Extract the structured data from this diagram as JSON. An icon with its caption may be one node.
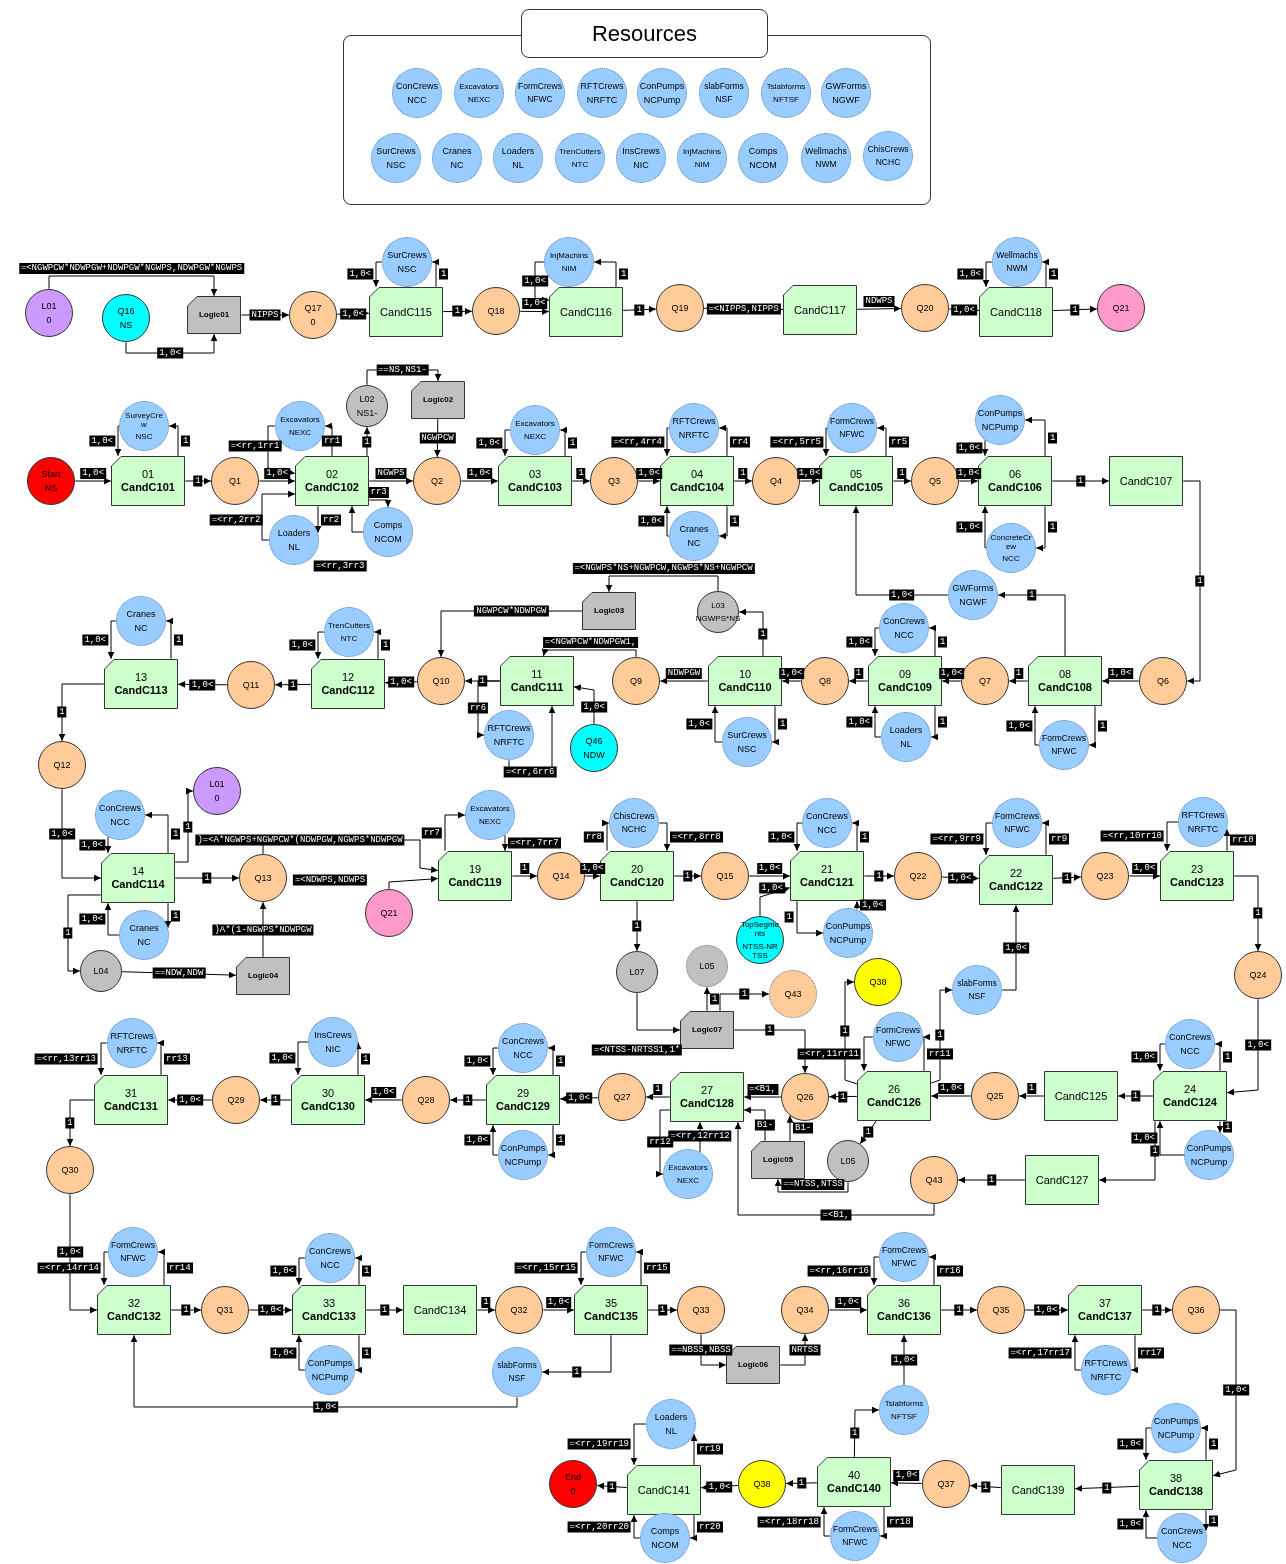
{
  "diagram": {
    "nodes": [
      {
        "text": [
          "Resources"
        ]
      },
      {
        "text": [
          "ConCrews",
          "NCC"
        ],
        "in": 0
      },
      {
        "text": [
          "Excavators",
          "NEXC"
        ],
        "in": 0
      },
      {
        "text": [
          "FormCrews",
          "NFWC"
        ],
        "in": 0
      },
      {
        "text": [
          "RFTCrews",
          "NRFTC"
        ],
        "in": 0
      },
      {
        "text": [
          "ConPumps",
          "NCPump"
        ],
        "in": 0
      },
      {
        "text": [
          "slabForms",
          "NSF"
        ],
        "in": 0
      },
      {
        "text": [
          "Tslabforms",
          "NFTSF"
        ],
        "in": 0
      },
      {
        "text": [
          "GWForms",
          "NGWF"
        ],
        "in": 0
      },
      {
        "text": [
          "SurCrews",
          "NSC"
        ],
        "in": 0
      },
      {
        "text": [
          "Cranes",
          "NC"
        ],
        "in": 0
      },
      {
        "text": [
          "Loaders",
          "NL"
        ],
        "in": 0
      },
      {
        "text": [
          "TrenCutters",
          "NTC"
        ],
        "in": 0
      },
      {
        "text": [
          "InsCrews",
          "NIC"
        ],
        "in": 0
      },
      {
        "text": [
          "InjMachins",
          "NIM"
        ],
        "in": 0
      },
      {
        "text": [
          "Comps",
          "NCOM"
        ],
        "in": 0
      },
      {
        "text": [
          "Wellmachs",
          "NWM"
        ],
        "in": 0
      },
      {
        "text": [
          "ChisCrews",
          "NCHC"
        ],
        "in": 0
      },
      {
        "text": [
          "L01",
          "0"
        ]
      },
      {
        "text": [
          "Q16",
          "NS"
        ]
      },
      {
        "text": [
          "Logic01"
        ]
      },
      {
        "text": [
          "Q17",
          "0"
        ]
      },
      {
        "text": [
          "SurCrews",
          "NSC"
        ]
      },
      {
        "text": [
          "CandC115"
        ]
      },
      {
        "text": [
          "Q18"
        ]
      },
      {
        "text": [
          "InjMachins",
          "NIM"
        ]
      },
      {
        "text": [
          "CandC116"
        ]
      },
      {
        "text": [
          "Q19"
        ]
      },
      {
        "text": [
          "CandC117"
        ]
      },
      {
        "text": [
          "Q20"
        ]
      },
      {
        "text": [
          "Wellmachs",
          "NWM"
        ]
      },
      {
        "text": [
          "CandC118"
        ]
      },
      {
        "text": [
          "Q21"
        ]
      },
      {
        "text": [
          "Start",
          "NS"
        ]
      },
      {
        "text": [
          "SurveyCrew",
          "NSC"
        ]
      },
      {
        "text": [
          "01",
          "CandC101"
        ]
      },
      {
        "text": [
          "Q1"
        ]
      },
      {
        "text": [
          "Excavators",
          "NEXC"
        ]
      },
      {
        "text": [
          "02",
          "CandC102"
        ]
      },
      {
        "text": [
          "Loaders",
          "NL"
        ]
      },
      {
        "text": [
          "Comps",
          "NCOM"
        ]
      },
      {
        "text": [
          "L02",
          "NS1-"
        ]
      },
      {
        "text": [
          "Logic02"
        ]
      },
      {
        "text": [
          "Q2"
        ]
      },
      {
        "text": [
          "Excavators",
          "NEXC"
        ]
      },
      {
        "text": [
          "03",
          "CandC103"
        ]
      },
      {
        "text": [
          "Q3"
        ]
      },
      {
        "text": [
          "RFTCrews",
          "NRFTC"
        ]
      },
      {
        "text": [
          "04",
          "CandC104"
        ]
      },
      {
        "text": [
          "Cranes",
          "NC"
        ]
      },
      {
        "text": [
          "Q4"
        ]
      },
      {
        "text": [
          "FormCrews",
          "NFWC"
        ]
      },
      {
        "text": [
          "05",
          "CandC105"
        ]
      },
      {
        "text": [
          "Q5"
        ]
      },
      {
        "text": [
          "ConPumps",
          "NCPump"
        ]
      },
      {
        "text": [
          "06",
          "CandC106"
        ]
      },
      {
        "text": [
          "ConcreteCrew",
          "NCC"
        ]
      },
      {
        "text": [
          "CandC107"
        ]
      },
      {
        "text": [
          "Q6"
        ]
      },
      {
        "text": [
          "08",
          "CandC108"
        ]
      },
      {
        "text": [
          "GWForms",
          "NGWF"
        ]
      },
      {
        "text": [
          "FormCrews",
          "NFWC"
        ]
      },
      {
        "text": [
          "Q7"
        ]
      },
      {
        "text": [
          "ConCrews",
          "NCC"
        ]
      },
      {
        "text": [
          "09",
          "CandC109"
        ]
      },
      {
        "text": [
          "Loaders",
          "NL"
        ]
      },
      {
        "text": [
          "Q8"
        ]
      },
      {
        "text": [
          "10",
          "CandC110"
        ]
      },
      {
        "text": [
          "SurCrews",
          "NSC"
        ]
      },
      {
        "text": [
          "L03",
          "NGWPS*NS"
        ]
      },
      {
        "text": [
          "Q9"
        ]
      },
      {
        "text": [
          "11",
          "CandC111"
        ]
      },
      {
        "text": [
          "RFTCrews",
          "NRFTC"
        ]
      },
      {
        "text": [
          "Q46",
          "NDW"
        ]
      },
      {
        "text": [
          "Logic03"
        ]
      },
      {
        "text": [
          "Q10"
        ]
      },
      {
        "text": [
          "TrenCutters",
          "NTC"
        ]
      },
      {
        "text": [
          "12",
          "CandC112"
        ]
      },
      {
        "text": [
          "Q11"
        ]
      },
      {
        "text": [
          "Cranes",
          "NC"
        ]
      },
      {
        "text": [
          "13",
          "CandC113"
        ]
      },
      {
        "text": [
          "Q12"
        ]
      },
      {
        "text": [
          "ConCrews",
          "NCC"
        ]
      },
      {
        "text": [
          "L01",
          "0"
        ]
      },
      {
        "text": [
          "14",
          "CandC114"
        ]
      },
      {
        "text": [
          "Cranes",
          "NC"
        ]
      },
      {
        "text": [
          "L04"
        ]
      },
      {
        "text": [
          "Logic04"
        ]
      },
      {
        "text": [
          "Q13"
        ]
      },
      {
        "text": [
          "Q21"
        ]
      },
      {
        "text": [
          "Excavators",
          "NEXC"
        ]
      },
      {
        "text": [
          "19",
          "CandC119"
        ]
      },
      {
        "text": [
          "Q14"
        ]
      },
      {
        "text": [
          "ChisCrews",
          "NCHC"
        ]
      },
      {
        "text": [
          "20",
          "CandC120"
        ]
      },
      {
        "text": [
          "Q15"
        ]
      },
      {
        "text": [
          "ConCrews",
          "NCC"
        ]
      },
      {
        "text": [
          "21",
          "CandC121"
        ]
      },
      {
        "text": [
          "TopSegments",
          "NTSS-NRTSS"
        ]
      },
      {
        "text": [
          "ConPumps",
          "NCPump"
        ]
      },
      {
        "text": [
          "Q22"
        ]
      },
      {
        "text": [
          "FormCrews",
          "NFWC"
        ]
      },
      {
        "text": [
          "22",
          "CandC122"
        ]
      },
      {
        "text": [
          "Q23"
        ]
      },
      {
        "text": [
          "RFTCrews",
          "NRFTC"
        ]
      },
      {
        "text": [
          "23",
          "CandC123"
        ]
      },
      {
        "text": [
          "Q24"
        ]
      },
      {
        "text": [
          "L07"
        ]
      },
      {
        "text": [
          "L05"
        ]
      },
      {
        "text": [
          "Logic07"
        ]
      },
      {
        "text": [
          "Q43"
        ]
      },
      {
        "text": [
          "Q38"
        ]
      },
      {
        "text": [
          "slabForms",
          "NSF"
        ]
      },
      {
        "text": [
          "FormCrews",
          "NFWC"
        ]
      },
      {
        "text": [
          "26",
          "CandC126"
        ]
      },
      {
        "text": [
          "Q25"
        ]
      },
      {
        "text": [
          "CandC125"
        ]
      },
      {
        "text": [
          "ConCrews",
          "NCC"
        ]
      },
      {
        "text": [
          "24",
          "CandC124"
        ]
      },
      {
        "text": [
          "ConPumps",
          "NCPump"
        ]
      },
      {
        "text": [
          "CandC127"
        ]
      },
      {
        "text": [
          "Q43"
        ]
      },
      {
        "text": [
          "L05"
        ]
      },
      {
        "text": [
          "Logic05"
        ]
      },
      {
        "text": [
          "Q26"
        ]
      },
      {
        "text": [
          "27",
          "CandC128"
        ]
      },
      {
        "text": [
          "Excavators",
          "NEXC"
        ]
      },
      {
        "text": [
          "Q27"
        ]
      },
      {
        "text": [
          "ConCrews",
          "NCC"
        ]
      },
      {
        "text": [
          "29",
          "CandC129"
        ]
      },
      {
        "text": [
          "ConPumps",
          "NCPump"
        ]
      },
      {
        "text": [
          "Q28"
        ]
      },
      {
        "text": [
          "InsCrews",
          "NIC"
        ]
      },
      {
        "text": [
          "30",
          "CandC130"
        ]
      },
      {
        "text": [
          "Q29"
        ]
      },
      {
        "text": [
          "RFTCrews",
          "NRFTC"
        ]
      },
      {
        "text": [
          "31",
          "CandC131"
        ]
      },
      {
        "text": [
          "Q30"
        ]
      },
      {
        "text": [
          "FormCrews",
          "NFWC"
        ]
      },
      {
        "text": [
          "32",
          "CandC132"
        ]
      },
      {
        "text": [
          "Q31"
        ]
      },
      {
        "text": [
          "ConCrews",
          "NCC"
        ]
      },
      {
        "text": [
          "33",
          "CandC133"
        ]
      },
      {
        "text": [
          "ConPumps",
          "NCPump"
        ]
      },
      {
        "text": [
          "CandC134"
        ]
      },
      {
        "text": [
          "Q32"
        ]
      },
      {
        "text": [
          "FormCrews",
          "NFWC"
        ]
      },
      {
        "text": [
          "35",
          "CandC135"
        ]
      },
      {
        "text": [
          "slabForms",
          "NSF"
        ]
      },
      {
        "text": [
          "Q33"
        ]
      },
      {
        "text": [
          "Logic06"
        ]
      },
      {
        "text": [
          "Q34"
        ]
      },
      {
        "text": [
          "FormCrews",
          "NFWC"
        ]
      },
      {
        "text": [
          "36",
          "CandC136"
        ]
      },
      {
        "text": [
          "Tslabforms",
          "NFTSF"
        ]
      },
      {
        "text": [
          "Q35"
        ]
      },
      {
        "text": [
          "37",
          "CandC137"
        ]
      },
      {
        "text": [
          "RFTCrews",
          "NRFTC"
        ]
      },
      {
        "text": [
          "Q36"
        ]
      },
      {
        "text": [
          "ConPumps",
          "NCPump"
        ]
      },
      {
        "text": [
          "38",
          "CandC138"
        ]
      },
      {
        "text": [
          "ConCrews",
          "NCC"
        ]
      },
      {
        "text": [
          "CandC139"
        ]
      },
      {
        "text": [
          "Q37"
        ]
      },
      {
        "text": [
          "40",
          "CandC140"
        ]
      },
      {
        "text": [
          "FormCrews",
          "NFWC"
        ]
      },
      {
        "text": [
          "Q38"
        ]
      },
      {
        "text": [
          "Loaders",
          "NL"
        ]
      },
      {
        "text": [
          "CandC141"
        ]
      },
      {
        "text": [
          "Comps",
          "NCOM"
        ]
      },
      {
        "text": [
          "End",
          "0"
        ]
      }
    ],
    "edges": [
      {
        "from": 18,
        "to": 20,
        "arrow": "to",
        "label": "=<NGWPCW*NDWPGW+NDWPGW*NGWPS,NDWPGW*NGWPS"
      },
      {
        "from": 19,
        "to": 20,
        "arrow": "to",
        "label": "1,0<"
      },
      {
        "from": 20,
        "to": 21,
        "arrow": "to",
        "label": "NIPPS"
      },
      {
        "from": 21,
        "to": 23,
        "arrow": "to",
        "label": "1,0<"
      },
      {
        "from": 22,
        "to": 23,
        "arrow": "to",
        "label": "1,0<"
      },
      {
        "from": 23,
        "to": 22,
        "arrow": "to",
        "label": "1"
      },
      {
        "from": 23,
        "to": 24,
        "arrow": "to",
        "label": "1"
      },
      {
        "from": 24,
        "to": 26,
        "arrow": "to",
        "label": "1,0<"
      },
      {
        "from": 25,
        "to": 26,
        "arrow": "to",
        "label": "1,0<"
      },
      {
        "from": 26,
        "to": 25,
        "arrow": "to",
        "label": "1"
      },
      {
        "from": 26,
        "to": 27,
        "arrow": "to",
        "label": "1"
      },
      {
        "from": 27,
        "to": 28,
        "arrow": "to",
        "label": "=<NIPPS,NIPPS"
      },
      {
        "from": 28,
        "to": 29,
        "arrow": "to",
        "label": "NDWPS"
      },
      {
        "from": 29,
        "to": 31,
        "arrow": "to",
        "label": "1,0<"
      },
      {
        "from": 30,
        "to": 31,
        "arrow": "to",
        "label": "1,0<"
      },
      {
        "from": 31,
        "to": 30,
        "arrow": "to",
        "label": "1"
      },
      {
        "from": 31,
        "to": 32,
        "arrow": "to",
        "label": "1"
      },
      {
        "from": 33,
        "to": 35,
        "arrow": "to",
        "label": "1,0<"
      },
      {
        "from": 34,
        "to": 35,
        "arrow": "to",
        "label": "1,0<"
      },
      {
        "from": 35,
        "to": 34,
        "arrow": "to",
        "label": "1"
      },
      {
        "from": 35,
        "to": 36,
        "arrow": "to",
        "label": "1"
      },
      {
        "from": 36,
        "to": 38,
        "arrow": "to",
        "label": "1,0<"
      },
      {
        "from": 37,
        "to": 38,
        "arrow": "to",
        "label": "=<rr,1rr1"
      },
      {
        "from": 38,
        "to": 37,
        "arrow": "to",
        "label": "rr1"
      },
      {
        "from": 39,
        "to": 38,
        "arrow": "to",
        "label": "=<rr,2rr2"
      },
      {
        "from": 38,
        "to": 39,
        "arrow": "to",
        "label": "rr2"
      },
      {
        "from": 40,
        "to": 38,
        "arrow": "to",
        "label": "=<rr,3rr3"
      },
      {
        "from": 38,
        "to": 40,
        "arrow": "to",
        "label": "rr3"
      },
      {
        "from": 38,
        "to": 41,
        "arrow": "to",
        "label": "1"
      },
      {
        "from": 41,
        "to": 42,
        "arrow": "to",
        "label": "==NS,NS1-"
      },
      {
        "from": 42,
        "to": 43,
        "arrow": "to",
        "label": "NGWPCW"
      },
      {
        "from": 38,
        "to": 43,
        "arrow": "to",
        "label": "NGWPS"
      },
      {
        "from": 43,
        "to": 45,
        "arrow": "to",
        "label": "1,0<"
      },
      {
        "from": 44,
        "to": 45,
        "arrow": "to",
        "label": "1,0<"
      },
      {
        "from": 45,
        "to": 44,
        "arrow": "to",
        "label": "1"
      },
      {
        "from": 45,
        "to": 46,
        "arrow": "to",
        "label": "1"
      },
      {
        "from": 46,
        "to": 48,
        "arrow": "to",
        "label": "1,0<"
      },
      {
        "from": 47,
        "to": 48,
        "arrow": "to",
        "label": "=<rr,4rr4"
      },
      {
        "from": 48,
        "to": 47,
        "arrow": "to",
        "label": "rr4"
      },
      {
        "from": 49,
        "to": 48,
        "arrow": "to",
        "label": "1,0<"
      },
      {
        "from": 48,
        "to": 49,
        "arrow": "to",
        "label": "1"
      },
      {
        "from": 48,
        "to": 50,
        "arrow": "to",
        "label": "1"
      },
      {
        "from": 50,
        "to": 52,
        "arrow": "to",
        "label": "1,0<"
      },
      {
        "from": 51,
        "to": 52,
        "arrow": "to",
        "label": "=<rr,5rr5"
      },
      {
        "from": 52,
        "to": 51,
        "arrow": "to",
        "label": "rr5"
      },
      {
        "from": 52,
        "to": 53,
        "arrow": "to",
        "label": "1"
      },
      {
        "from": 53,
        "to": 55,
        "arrow": "to",
        "label": "1,0<"
      },
      {
        "from": 54,
        "to": 55,
        "arrow": "to",
        "label": "1,0<"
      },
      {
        "from": 55,
        "to": 54,
        "arrow": "to",
        "label": "1"
      },
      {
        "from": 55,
        "to": 56,
        "arrow": "to",
        "label": "1"
      },
      {
        "from": 56,
        "to": 55,
        "arrow": "to",
        "label": "1,0<"
      },
      {
        "from": 55,
        "to": 57,
        "arrow": "to",
        "label": "1"
      },
      {
        "from": 57,
        "to": 58,
        "arrow": "to",
        "label": "1"
      },
      {
        "from": 58,
        "to": 59,
        "arrow": "to",
        "label": "1,0<"
      },
      {
        "from": 59,
        "to": 60,
        "arrow": "to",
        "label": "1"
      },
      {
        "from": 60,
        "to": 52,
        "arrow": "to",
        "label": "1,0<"
      },
      {
        "from": 61,
        "to": 59,
        "arrow": "to",
        "label": "1,0<"
      },
      {
        "from": 59,
        "to": 61,
        "arrow": "to",
        "label": "1"
      },
      {
        "from": 59,
        "to": 62,
        "arrow": "to",
        "label": "1"
      },
      {
        "from": 62,
        "to": 64,
        "arrow": "to",
        "label": "1,0<"
      },
      {
        "from": 63,
        "to": 64,
        "arrow": "to",
        "label": "1,0<"
      },
      {
        "from": 64,
        "to": 63,
        "arrow": "to",
        "label": "1"
      },
      {
        "from": 65,
        "to": 64,
        "arrow": "to",
        "label": "1,0<"
      },
      {
        "from": 64,
        "to": 65,
        "arrow": "to",
        "label": "1"
      },
      {
        "from": 64,
        "to": 66,
        "arrow": "to",
        "label": "1"
      },
      {
        "from": 66,
        "to": 67,
        "arrow": "to",
        "label": "1,0<"
      },
      {
        "from": 68,
        "to": 67,
        "arrow": "to",
        "label": "1,0<"
      },
      {
        "from": 67,
        "to": 68,
        "arrow": "to",
        "label": "1"
      },
      {
        "from": 67,
        "to": 69,
        "arrow": "to",
        "label": "1"
      },
      {
        "from": 69,
        "to": 74,
        "arrow": "to",
        "label": "=<NGWPS*NS+NGWPCW,NGWPS*NS+NGWPCW"
      },
      {
        "from": 74,
        "to": 75,
        "arrow": "to",
        "label": "NGWPCW*NDWPGW"
      },
      {
        "from": 67,
        "to": 70,
        "arrow": "to",
        "label": "NDWPGW"
      },
      {
        "from": 70,
        "to": 71,
        "arrow": "to",
        "label": "=<NGWPCW*NDWPGW1,"
      },
      {
        "from": 73,
        "to": 71,
        "arrow": "to",
        "label": "1,0<"
      },
      {
        "from": 72,
        "to": 71,
        "arrow": "to",
        "label": "=<rr,6rr6"
      },
      {
        "from": 71,
        "to": 72,
        "arrow": "to",
        "label": "rr6"
      },
      {
        "from": 71,
        "to": 75,
        "arrow": "to",
        "label": "1"
      },
      {
        "from": 75,
        "to": 77,
        "arrow": "to",
        "label": "1,0<"
      },
      {
        "from": 76,
        "to": 77,
        "arrow": "to",
        "label": "1,0<"
      },
      {
        "from": 77,
        "to": 76,
        "arrow": "to",
        "label": "1"
      },
      {
        "from": 77,
        "to": 78,
        "arrow": "to",
        "label": "1"
      },
      {
        "from": 78,
        "to": 80,
        "arrow": "to",
        "label": "1,0<"
      },
      {
        "from": 79,
        "to": 80,
        "arrow": "to",
        "label": "1,0<"
      },
      {
        "from": 80,
        "to": 79,
        "arrow": "to",
        "label": "1"
      },
      {
        "from": 80,
        "to": 81,
        "arrow": "to",
        "label": "1"
      },
      {
        "from": 81,
        "to": 84,
        "arrow": "to",
        "label": "1,0<"
      },
      {
        "from": 82,
        "to": 84,
        "arrow": "to",
        "label": "1,0<"
      },
      {
        "from": 84,
        "to": 82,
        "arrow": "to",
        "label": "1"
      },
      {
        "from": 84,
        "to": 83,
        "arrow": "to",
        "label": "1"
      },
      {
        "from": 84,
        "to": 88,
        "arrow": "to",
        "label": "1"
      },
      {
        "from": 85,
        "to": 84,
        "arrow": "to",
        "label": "1,0<"
      },
      {
        "from": 84,
        "to": 85,
        "arrow": "to",
        "label": "1"
      },
      {
        "from": 84,
        "to": 86,
        "arrow": "to",
        "label": "1"
      },
      {
        "from": 86,
        "to": 87,
        "arrow": "to",
        "label": "==NDW,NDW"
      },
      {
        "from": 87,
        "to": 88,
        "arrow": "to",
        "label": ")A*(1-NGWPS*NDWPGW"
      },
      {
        "from": 88,
        "to": 91,
        "arrow": "to",
        "label": ")=<A*NGWPS+NGWPCW*(NDWPGW,NGWPS*NDWPGW"
      },
      {
        "from": 89,
        "to": 91,
        "arrow": "to",
        "label": "=<NDWPS,NDWPS"
      },
      {
        "from": 90,
        "to": 91,
        "arrow": "to",
        "label": "=<rr,7rr7"
      },
      {
        "from": 91,
        "to": 90,
        "arrow": "to",
        "label": "rr7"
      },
      {
        "from": 91,
        "to": 92,
        "arrow": "to",
        "label": "1"
      },
      {
        "from": 92,
        "to": 94,
        "arrow": "to",
        "label": "1,0<"
      },
      {
        "from": 93,
        "to": 94,
        "arrow": "to",
        "label": "=<rr,8rr8"
      },
      {
        "from": 94,
        "to": 93,
        "arrow": "to",
        "label": "rr8"
      },
      {
        "from": 94,
        "to": 95,
        "arrow": "to",
        "label": "1"
      },
      {
        "from": 94,
        "to": 107,
        "arrow": "to",
        "label": "1"
      },
      {
        "from": 95,
        "to": 97,
        "arrow": "to",
        "label": "1,0<"
      },
      {
        "from": 96,
        "to": 97,
        "arrow": "to",
        "label": "1,0<"
      },
      {
        "from": 97,
        "to": 96,
        "arrow": "to",
        "label": "1"
      },
      {
        "from": 98,
        "to": 97,
        "arrow": "to",
        "label": "1,0<"
      },
      {
        "from": 99,
        "to": 97,
        "arrow": "to",
        "label": "1,0<"
      },
      {
        "from": 97,
        "to": 99,
        "arrow": "to",
        "label": "1"
      },
      {
        "from": 97,
        "to": 100,
        "arrow": "to",
        "label": "1"
      },
      {
        "from": 100,
        "to": 102,
        "arrow": "to",
        "label": "1,0<"
      },
      {
        "from": 101,
        "to": 102,
        "arrow": "to",
        "label": "=<rr,9rr9"
      },
      {
        "from": 102,
        "to": 101,
        "arrow": "to",
        "label": "rr9"
      },
      {
        "from": 112,
        "to": 102,
        "arrow": "to",
        "label": "1,0<"
      },
      {
        "from": 102,
        "to": 103,
        "arrow": "to",
        "label": "1"
      },
      {
        "from": 103,
        "to": 105,
        "arrow": "to",
        "label": "1,0<"
      },
      {
        "from": 104,
        "to": 105,
        "arrow": "to",
        "label": "=<rr,10rr10"
      },
      {
        "from": 105,
        "to": 104,
        "arrow": "to",
        "label": "rr10"
      },
      {
        "from": 105,
        "to": 106,
        "arrow": "to",
        "label": "1"
      },
      {
        "from": 106,
        "to": 118,
        "arrow": "to",
        "label": "1,0<"
      },
      {
        "from": 117,
        "to": 118,
        "arrow": "to",
        "label": "1,0<"
      },
      {
        "from": 118,
        "to": 117,
        "arrow": "to",
        "label": "1"
      },
      {
        "from": 119,
        "to": 118,
        "arrow": "to",
        "label": "1,0<"
      },
      {
        "from": 118,
        "to": 119,
        "arrow": "to",
        "label": "1"
      },
      {
        "from": 118,
        "to": 116,
        "arrow": "to",
        "label": "1"
      },
      {
        "from": 118,
        "to": 120,
        "arrow": "to",
        "label": "1"
      },
      {
        "from": 116,
        "to": 115,
        "arrow": "to",
        "label": "1"
      },
      {
        "from": 115,
        "to": 114,
        "arrow": "to",
        "label": "1,0<"
      },
      {
        "from": 113,
        "to": 114,
        "arrow": "to",
        "label": "=<rr,11rr11"
      },
      {
        "from": 114,
        "to": 113,
        "arrow": "to",
        "label": "rr11"
      },
      {
        "from": 114,
        "to": 111,
        "arrow": "to",
        "label": "1"
      },
      {
        "from": 114,
        "to": 112,
        "arrow": "to",
        "label": "1"
      },
      {
        "from": 114,
        "to": 124,
        "arrow": "to",
        "label": "1"
      },
      {
        "from": 114,
        "to": 122,
        "arrow": "to",
        "label": "1"
      },
      {
        "from": 122,
        "to": 123,
        "arrow": "to",
        "label": "==NTSS,NTSS"
      },
      {
        "from": 123,
        "to": 124,
        "arrow": "to",
        "label": "B1-"
      },
      {
        "from": 123,
        "to": 125,
        "arrow": "to",
        "label": "B1-"
      },
      {
        "from": 120,
        "to": 121,
        "arrow": "to",
        "label": "1"
      },
      {
        "from": 121,
        "to": 125,
        "arrow": "to",
        "label": "=<B1,"
      },
      {
        "from": 107,
        "to": 109,
        "arrow": "to",
        "label": "=<NTSS-NRTSS1,1*"
      },
      {
        "from": 109,
        "to": 108,
        "arrow": "to",
        "label": "1"
      },
      {
        "from": 109,
        "to": 110,
        "arrow": "to",
        "label": "1"
      },
      {
        "from": 109,
        "to": 124,
        "arrow": "to",
        "label": "1"
      },
      {
        "from": 124,
        "to": 125,
        "arrow": "to",
        "label": "=<B1,"
      },
      {
        "from": 126,
        "to": 125,
        "arrow": "to",
        "label": "=<rr,12rr12"
      },
      {
        "from": 125,
        "to": 126,
        "arrow": "to",
        "label": "rr12"
      },
      {
        "from": 125,
        "to": 127,
        "arrow": "to",
        "label": "1"
      },
      {
        "from": 127,
        "to": 129,
        "arrow": "to",
        "label": "1,0<"
      },
      {
        "from": 128,
        "to": 129,
        "arrow": "to",
        "label": "1,0<"
      },
      {
        "from": 129,
        "to": 128,
        "arrow": "to",
        "label": "1"
      },
      {
        "from": 130,
        "to": 129,
        "arrow": "to",
        "label": "1,0<"
      },
      {
        "from": 129,
        "to": 130,
        "arrow": "to",
        "label": "1"
      },
      {
        "from": 129,
        "to": 131,
        "arrow": "to",
        "label": "1"
      },
      {
        "from": 131,
        "to": 133,
        "arrow": "to",
        "label": "1,0<"
      },
      {
        "from": 132,
        "to": 133,
        "arrow": "to",
        "label": "1,0<"
      },
      {
        "from": 133,
        "to": 132,
        "arrow": "to",
        "label": "1"
      },
      {
        "from": 133,
        "to": 134,
        "arrow": "to",
        "label": "1"
      },
      {
        "from": 134,
        "to": 136,
        "arrow": "to",
        "label": "1,0<"
      },
      {
        "from": 135,
        "to": 136,
        "arrow": "to",
        "label": "=<rr,13rr13"
      },
      {
        "from": 136,
        "to": 135,
        "arrow": "to",
        "label": "rr13"
      },
      {
        "from": 136,
        "to": 137,
        "arrow": "to",
        "label": "1"
      },
      {
        "from": 137,
        "to": 139,
        "arrow": "to",
        "label": "1,0<"
      },
      {
        "from": 138,
        "to": 139,
        "arrow": "to",
        "label": "=<rr,14rr14"
      },
      {
        "from": 139,
        "to": 138,
        "arrow": "to",
        "label": "rr14"
      },
      {
        "from": 139,
        "to": 140,
        "arrow": "to",
        "label": "1"
      },
      {
        "from": 140,
        "to": 142,
        "arrow": "to",
        "label": "1,0<"
      },
      {
        "from": 141,
        "to": 142,
        "arrow": "to",
        "label": "1,0<"
      },
      {
        "from": 142,
        "to": 141,
        "arrow": "to",
        "label": "1"
      },
      {
        "from": 143,
        "to": 142,
        "arrow": "to",
        "label": "1,0<"
      },
      {
        "from": 142,
        "to": 143,
        "arrow": "to",
        "label": "1"
      },
      {
        "from": 142,
        "to": 144,
        "arrow": "to",
        "label": "1"
      },
      {
        "from": 144,
        "to": 145,
        "arrow": "to",
        "label": "1"
      },
      {
        "from": 145,
        "to": 147,
        "arrow": "to",
        "label": "1,0<"
      },
      {
        "from": 146,
        "to": 147,
        "arrow": "to",
        "label": "=<rr,15rr15"
      },
      {
        "from": 147,
        "to": 146,
        "arrow": "to",
        "label": "rr15"
      },
      {
        "from": 147,
        "to": 148,
        "arrow": "to",
        "label": "1"
      },
      {
        "from": 148,
        "to": 139,
        "arrow": "to",
        "label": "1,0<"
      },
      {
        "from": 147,
        "to": 149,
        "arrow": "to",
        "label": "1"
      },
      {
        "from": 149,
        "to": 150,
        "arrow": "to",
        "label": "==NBSS,NBSS"
      },
      {
        "from": 150,
        "to": 151,
        "arrow": "to",
        "label": "NRTSS"
      },
      {
        "from": 151,
        "to": 153,
        "arrow": "to",
        "label": "1,0<"
      },
      {
        "from": 152,
        "to": 153,
        "arrow": "to",
        "label": "=<rr,16rr16"
      },
      {
        "from": 153,
        "to": 152,
        "arrow": "to",
        "label": "rr16"
      },
      {
        "from": 154,
        "to": 153,
        "arrow": "to",
        "label": "1,0<"
      },
      {
        "from": 153,
        "to": 155,
        "arrow": "to",
        "label": "1"
      },
      {
        "from": 155,
        "to": 156,
        "arrow": "to",
        "label": "1,0<"
      },
      {
        "from": 157,
        "to": 156,
        "arrow": "to",
        "label": "=<rr,17rr17"
      },
      {
        "from": 156,
        "to": 157,
        "arrow": "to",
        "label": "rr17"
      },
      {
        "from": 156,
        "to": 158,
        "arrow": "to",
        "label": "1"
      },
      {
        "from": 158,
        "to": 160,
        "arrow": "to",
        "label": "1,0<"
      },
      {
        "from": 159,
        "to": 160,
        "arrow": "to",
        "label": "1,0<"
      },
      {
        "from": 160,
        "to": 159,
        "arrow": "to",
        "label": "1"
      },
      {
        "from": 161,
        "to": 160,
        "arrow": "to",
        "label": "1,0<"
      },
      {
        "from": 160,
        "to": 161,
        "arrow": "to",
        "label": "1"
      },
      {
        "from": 160,
        "to": 162,
        "arrow": "to",
        "label": "1"
      },
      {
        "from": 162,
        "to": 163,
        "arrow": "to",
        "label": "1"
      },
      {
        "from": 163,
        "to": 164,
        "arrow": "to",
        "label": "1,0<"
      },
      {
        "from": 164,
        "to": 154,
        "arrow": "to",
        "label": "1"
      },
      {
        "from": 165,
        "to": 164,
        "arrow": "to",
        "label": "=<rr,18rr18"
      },
      {
        "from": 164,
        "to": 165,
        "arrow": "to",
        "label": "rr18"
      },
      {
        "from": 164,
        "to": 166,
        "arrow": "to",
        "label": "1"
      },
      {
        "from": 166,
        "to": 168,
        "arrow": "to",
        "label": "1,0<"
      },
      {
        "from": 167,
        "to": 168,
        "arrow": "to",
        "label": "=<rr,19rr19"
      },
      {
        "from": 168,
        "to": 167,
        "arrow": "to",
        "label": "rr19"
      },
      {
        "from": 169,
        "to": 168,
        "arrow": "to",
        "label": "=<rr,20rr20"
      },
      {
        "from": 168,
        "to": 169,
        "arrow": "to",
        "label": "rr20"
      },
      {
        "from": 168,
        "to": 170,
        "arrow": "to",
        "label": "1"
      }
    ]
  }
}
